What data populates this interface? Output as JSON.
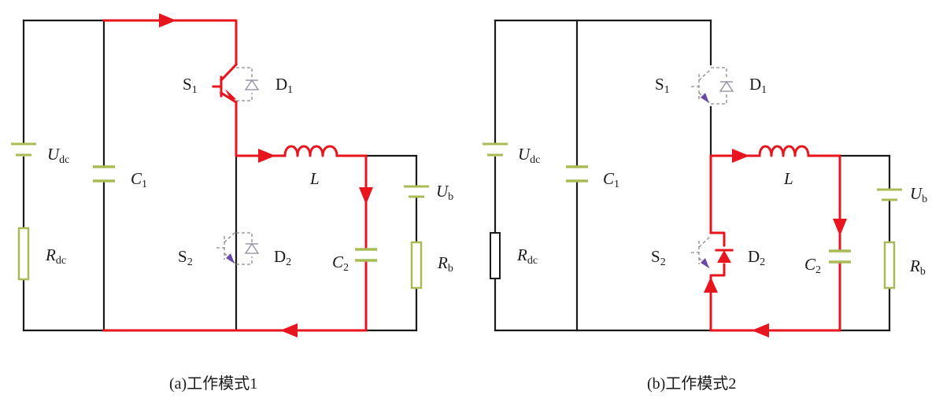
{
  "diagram_a": {
    "caption": "(a)工作模式1",
    "Udc": {
      "sym": "U",
      "sub": "dc"
    },
    "Rdc": {
      "sym": "R",
      "sub": "dc"
    },
    "C1": {
      "sym": "C",
      "sub": "1"
    },
    "S1": {
      "sym": "S",
      "sub": "1"
    },
    "D1": {
      "sym": "D",
      "sub": "1"
    },
    "S2": {
      "sym": "S",
      "sub": "2"
    },
    "D2": {
      "sym": "D",
      "sub": "2"
    },
    "L": "L",
    "C2": {
      "sym": "C",
      "sub": "2"
    },
    "Ub": {
      "sym": "U",
      "sub": "b"
    },
    "Rb": {
      "sym": "R",
      "sub": "b"
    }
  },
  "diagram_b": {
    "caption": "(b)工作模式2",
    "Udc": {
      "sym": "U",
      "sub": "dc"
    },
    "Rdc": {
      "sym": "R",
      "sub": "dc"
    },
    "C1": {
      "sym": "C",
      "sub": "1"
    },
    "S1": {
      "sym": "S",
      "sub": "1"
    },
    "D1": {
      "sym": "D",
      "sub": "1"
    },
    "S2": {
      "sym": "S",
      "sub": "2"
    },
    "D2": {
      "sym": "D",
      "sub": "2"
    },
    "L": "L",
    "C2": {
      "sym": "C",
      "sub": "2"
    },
    "Ub": {
      "sym": "U",
      "sub": "b"
    },
    "Rb": {
      "sym": "R",
      "sub": "b"
    }
  },
  "colors": {
    "current_path": "#e8141e",
    "wire": "#1a1a1a",
    "component": "#a8bb55",
    "switch_outline": "#8a8a8a",
    "switch_marker": "#6a4aa8"
  }
}
